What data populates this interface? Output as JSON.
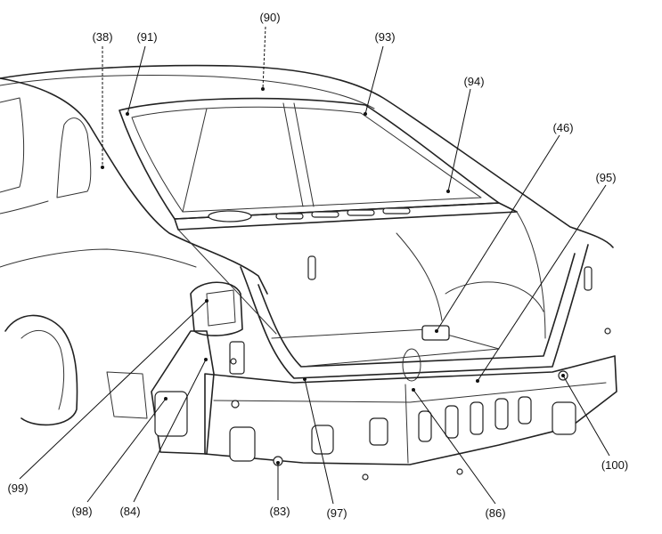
{
  "callouts": [
    {
      "id": "38",
      "text": "(38)"
    },
    {
      "id": "91",
      "text": "(91)"
    },
    {
      "id": "90",
      "text": "(90)"
    },
    {
      "id": "93",
      "text": "(93)"
    },
    {
      "id": "94",
      "text": "(94)"
    },
    {
      "id": "46",
      "text": "(46)"
    },
    {
      "id": "95",
      "text": "(95)"
    },
    {
      "id": "100",
      "text": "(100)"
    },
    {
      "id": "86",
      "text": "(86)"
    },
    {
      "id": "97",
      "text": "(97)"
    },
    {
      "id": "83",
      "text": "(83)"
    },
    {
      "id": "84",
      "text": "(84)"
    },
    {
      "id": "98",
      "text": "(98)"
    },
    {
      "id": "99",
      "text": "(99)"
    }
  ],
  "colors": {
    "line": "#222222",
    "background": "#ffffff"
  }
}
